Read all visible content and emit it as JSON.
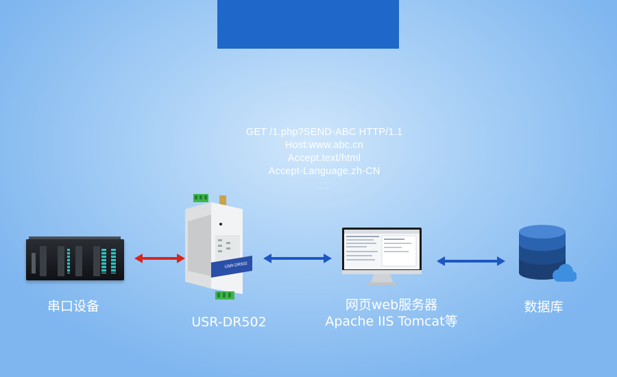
{
  "http_request": {
    "line1": "GET /1.php?SEND-ABC HTTP/1.1",
    "line2": "Host:www.abc.cn",
    "line3": "Accept.text/html",
    "line4": "Accept-Language.zh-CN",
    "dots1": "......",
    "dots2": "......"
  },
  "nodes": {
    "serial_device": "串口设备",
    "gateway": "USR-DR502",
    "web_server_line1": "网页web服务器",
    "web_server_line2": "Apache IIS Tomcat等",
    "database": "数据库"
  },
  "colors": {
    "banner": "#1f67c9",
    "arrow_red": "#d8261f",
    "arrow_blue": "#1d58c2"
  },
  "icons": [
    "plc-device-icon",
    "dr502-module-icon",
    "monitor-icon",
    "database-icon",
    "cloud-icon"
  ]
}
